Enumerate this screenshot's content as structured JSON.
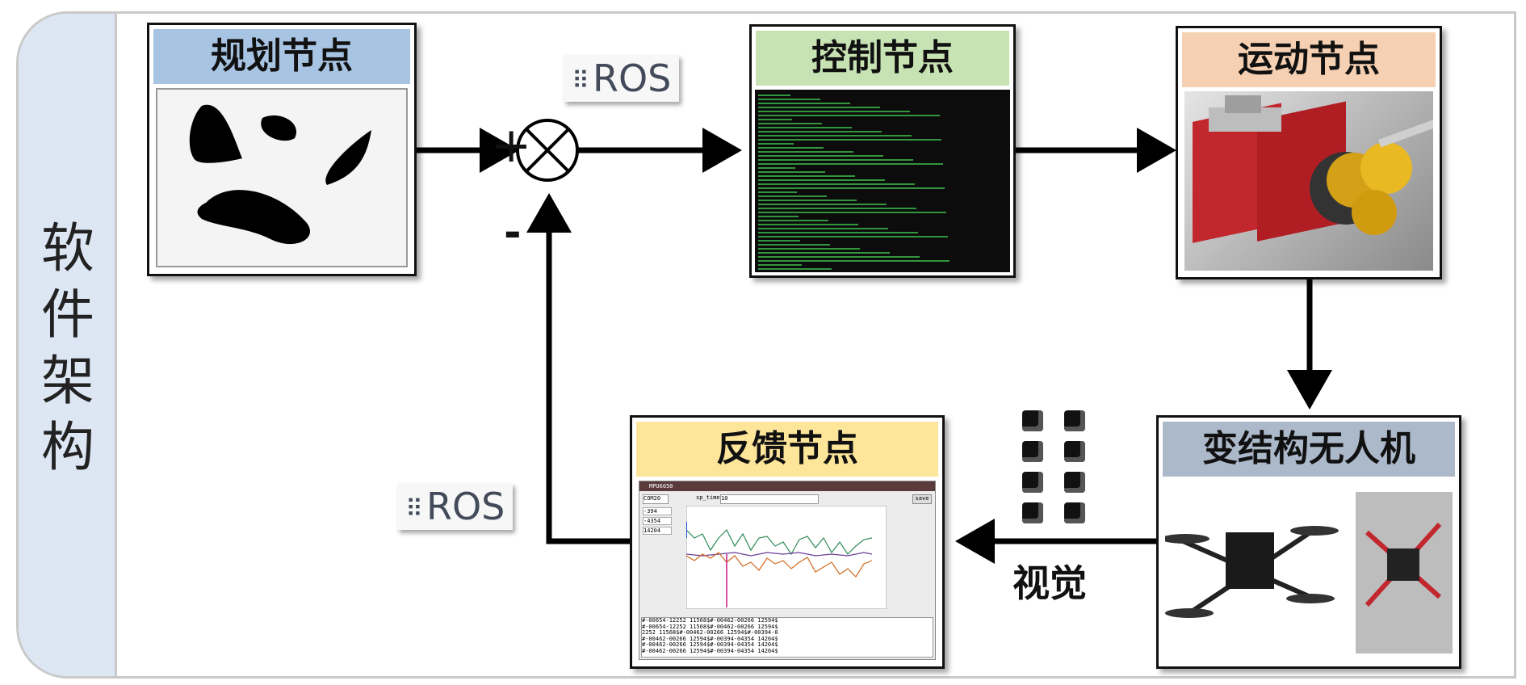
{
  "sidebar": {
    "title": "软件架构"
  },
  "nodes": {
    "planning": {
      "title": "规划节点",
      "title_bg": "#a8c4e3"
    },
    "control": {
      "title": "控制节点",
      "title_bg": "#c7e2b3"
    },
    "motion": {
      "title": "运动节点",
      "title_bg": "#f5d0b2"
    },
    "uav": {
      "title": "变结构无人机",
      "title_bg": "#acb9ca"
    },
    "feedback": {
      "title": "反馈节点",
      "title_bg": "#fde59a"
    }
  },
  "ros_badges": [
    {
      "text": "ROS"
    },
    {
      "text": "ROS"
    }
  ],
  "summing_junction": {
    "plus": "+",
    "minus": "-"
  },
  "vision_label": "视觉",
  "feedback_window": {
    "app_title": "MPU6050",
    "port": "COM20",
    "sp_time_label": "sp_time",
    "sp_time_value": "10",
    "save_label": "save",
    "readings": [
      "-394",
      "-4354",
      "14204"
    ],
    "log_lines": [
      "#-00654-12252 11568$#-00462-00266 12594$",
      "#-00654-12252 11568$#-00462-00266 12594$",
      "2252 11568$#-00462-00266 12594$#-00394-0",
      "#-00462-00266 12594$#-00394-04354 14204$",
      "#-00462-00266 12594$#-00394-04354 14204$",
      "#-00462-00266 12594$#-00394-04354 14204$"
    ]
  },
  "colors": {
    "sidebar_bg": "#dde7f4",
    "border": "#111111",
    "arrow": "#000000"
  }
}
